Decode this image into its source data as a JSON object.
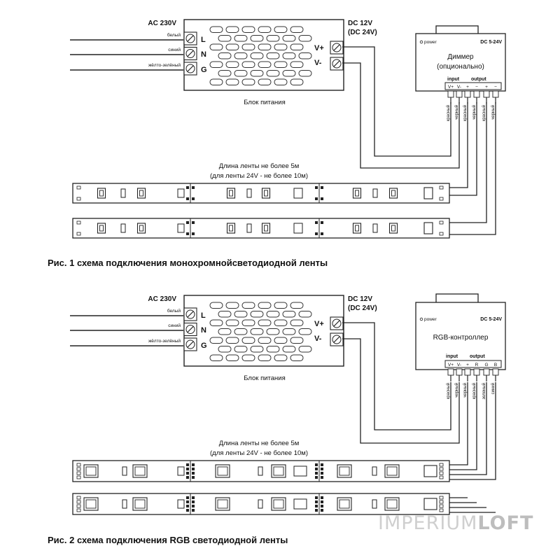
{
  "fig1": {
    "caption": "Рис. 1 схема подключения монохромнойсветодиодной ленты",
    "ac_label": "AC 230V",
    "mains_wires": [
      "белый",
      "синий",
      "жёлто-зелёный"
    ],
    "psu_terms": [
      "L",
      "N",
      "G"
    ],
    "dc_label_1": "DC 12V",
    "dc_label_2": "(DC 24V)",
    "dc_terms": [
      "V+",
      "V-"
    ],
    "psu_name": "Блок питания",
    "ctrl_power": "power",
    "ctrl_dc": "DC 5-24V",
    "ctrl_name_1": "Диммер",
    "ctrl_name_2": "(опционально)",
    "ctrl_input": "input",
    "ctrl_output": "output",
    "ctrl_pins": [
      "V+",
      "V-",
      "+",
      "−",
      "+",
      "−"
    ],
    "ctrl_wires": [
      "красный",
      "черный",
      "красный",
      "черный",
      "красный",
      "черный"
    ],
    "length_1": "Длина ленты не более 5м",
    "length_2": "(для ленты 24V - не более 10м)"
  },
  "fig2": {
    "caption": "Рис. 2 схема подключения RGB светодиодной ленты",
    "ac_label": "AC 230V",
    "mains_wires": [
      "белый",
      "синий",
      "жёлто-зелёный"
    ],
    "psu_terms": [
      "L",
      "N",
      "G"
    ],
    "dc_label_1": "DC 12V",
    "dc_label_2": "(DC 24V)",
    "dc_terms": [
      "V+",
      "V-"
    ],
    "psu_name": "Блок питания",
    "ctrl_power": "power",
    "ctrl_dc": "DC 5-24V",
    "ctrl_name_1": "RGB-контроллер",
    "ctrl_input": "input",
    "ctrl_output": "output",
    "ctrl_pins": [
      "V+",
      "V-",
      "+",
      "R",
      "G",
      "B"
    ],
    "ctrl_wires": [
      "красный",
      "черный",
      "черный",
      "красный",
      "зеленый",
      "синий"
    ],
    "length_1": "Длина ленты не более 5м",
    "length_2": "(для ленты 24V - не более 10м)"
  },
  "watermark": {
    "part1": "IMPERIUM",
    "part2": "LOFT"
  }
}
